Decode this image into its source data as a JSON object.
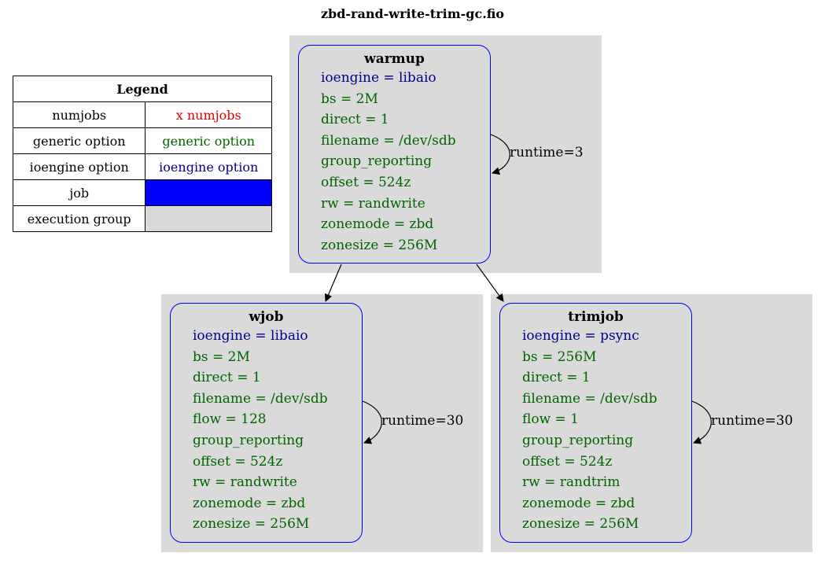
{
  "title": "zbd-rand-write-trim-gc.fio",
  "legend": {
    "header": "Legend",
    "rows": [
      {
        "label": "numjobs",
        "sample": "x numjobs"
      },
      {
        "label": "generic option",
        "sample": "generic option"
      },
      {
        "label": "ioengine option",
        "sample": "ioengine option"
      },
      {
        "label": "job",
        "sample": ""
      },
      {
        "label": "execution group",
        "sample": ""
      }
    ]
  },
  "colors": {
    "numjobs": "#e00000",
    "generic": "#006400",
    "ioengine": "#00008b",
    "job_border": "#0000ff",
    "group_bg": "#dadada"
  },
  "jobs": {
    "warmup": {
      "name": "warmup",
      "ioengine": "ioengine = libaio",
      "options": [
        "bs = 2M",
        "direct = 1",
        "filename = /dev/sdb",
        "group_reporting",
        "offset = 524z",
        "rw = randwrite",
        "zonemode = zbd",
        "zonesize = 256M"
      ],
      "runtime": "runtime=3"
    },
    "wjob": {
      "name": "wjob",
      "ioengine": "ioengine = libaio",
      "options": [
        "bs = 2M",
        "direct = 1",
        "filename = /dev/sdb",
        "flow = 128",
        "group_reporting",
        "offset = 524z",
        "rw = randwrite",
        "zonemode = zbd",
        "zonesize = 256M"
      ],
      "runtime": "runtime=30"
    },
    "trimjob": {
      "name": "trimjob",
      "ioengine": "ioengine = psync",
      "options": [
        "bs = 256M",
        "direct = 1",
        "filename = /dev/sdb",
        "flow = 1",
        "group_reporting",
        "offset = 524z",
        "rw = randtrim",
        "zonemode = zbd",
        "zonesize = 256M"
      ],
      "runtime": "runtime=30"
    }
  }
}
